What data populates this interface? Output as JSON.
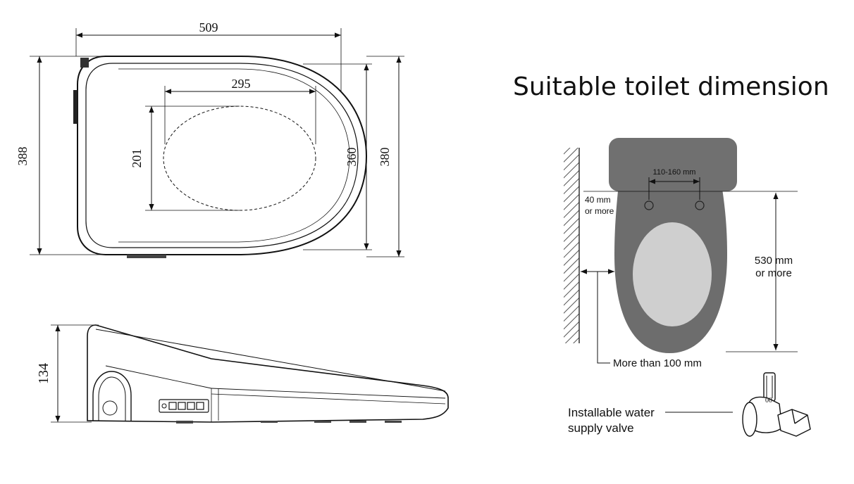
{
  "title": "Suitable toilet dimension",
  "seat_top_view": {
    "width": "509",
    "depth": "388",
    "hole_width": "295",
    "hole_depth": "201",
    "inner_depth": "360",
    "outer_depth": "380"
  },
  "seat_side_view": {
    "height": "134"
  },
  "toilet_diagram": {
    "bolt_spacing": "110-160 mm",
    "wall_gap_line1": "40 mm",
    "wall_gap_line2": "or more",
    "length_line1": "530 mm",
    "length_line2": "or more",
    "wall_clearance": "More than 100 mm",
    "valve_line1": "Installable water",
    "valve_line2": "supply valve"
  },
  "colors": {
    "line": "#111111",
    "bowl_fill": "#6d6d6d",
    "tank_fill": "#707070",
    "opening_fill": "#cfcfcf",
    "wall_hatch": "#555555"
  }
}
